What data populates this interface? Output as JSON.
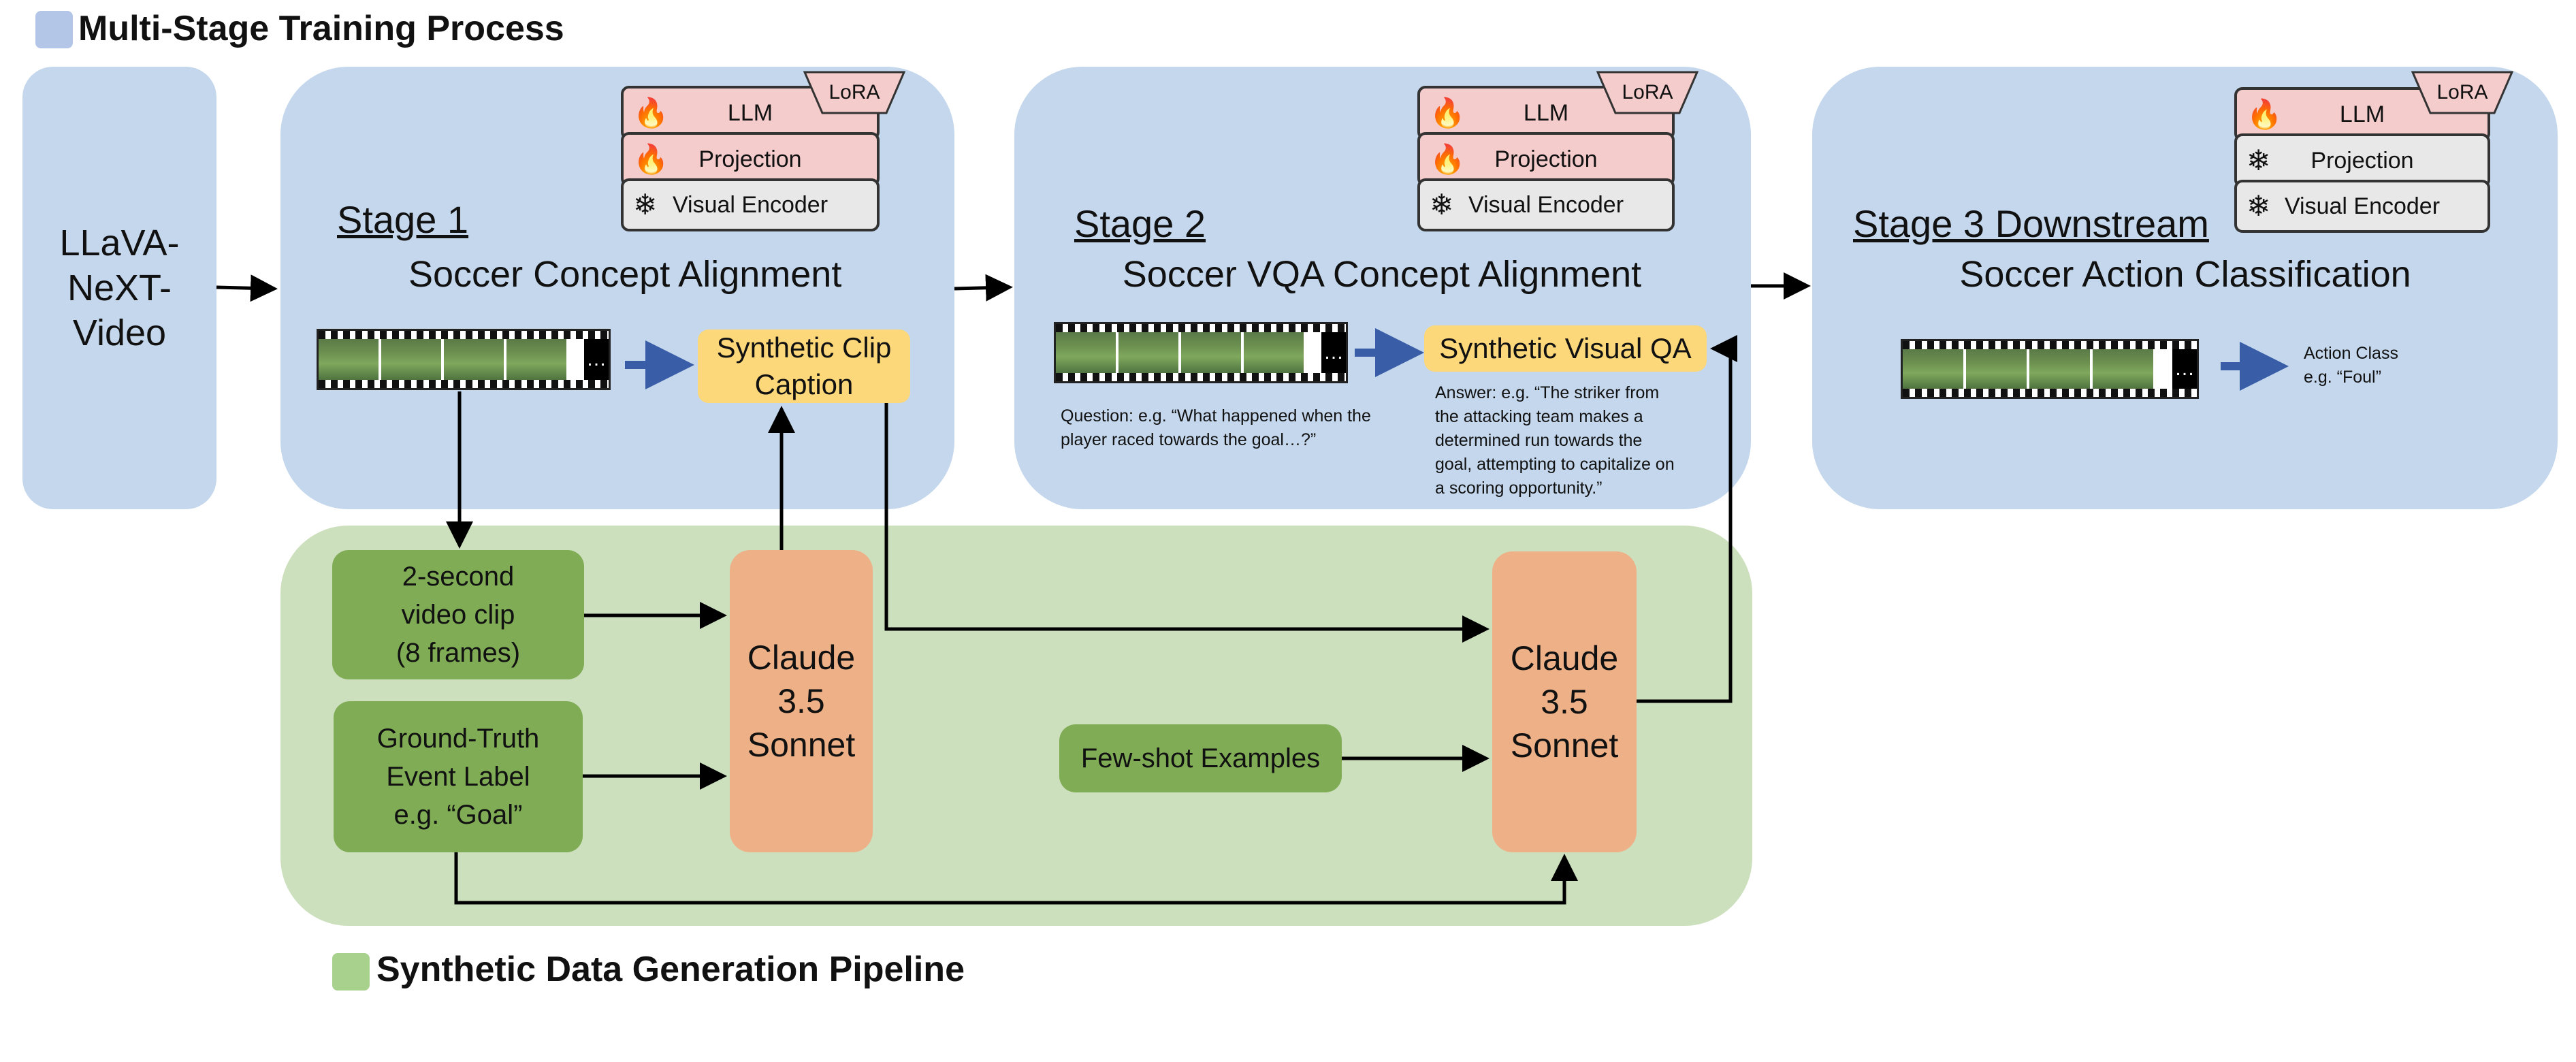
{
  "legend": {
    "top": {
      "label": "Multi-Stage Training Process",
      "color": "#b4c6e7"
    },
    "bottom": {
      "label": "Synthetic Data Generation Pipeline",
      "color": "#a9d18e"
    }
  },
  "base_model": {
    "label": "LLaVA-\nNeXT-\nVideo"
  },
  "stages": [
    {
      "title": "Stage 1",
      "subtitle": "Soccer Concept Alignment",
      "lora": "LoRA",
      "layers": [
        {
          "label": "LLM",
          "state": "trainable",
          "icon": "flame-icon"
        },
        {
          "label": "Projection",
          "state": "trainable",
          "icon": "flame-icon"
        },
        {
          "label": "Visual Encoder",
          "state": "frozen",
          "icon": "snowflake-icon"
        }
      ],
      "output": "Synthetic Clip\nCaption"
    },
    {
      "title": "Stage 2",
      "subtitle": "Soccer VQA Concept Alignment",
      "lora": "LoRA",
      "layers": [
        {
          "label": "LLM",
          "state": "trainable",
          "icon": "flame-icon"
        },
        {
          "label": "Projection",
          "state": "trainable",
          "icon": "flame-icon"
        },
        {
          "label": "Visual Encoder",
          "state": "frozen",
          "icon": "snowflake-icon"
        }
      ],
      "output": "Synthetic Visual QA",
      "question": "Question: e.g. “What happened when the\nplayer raced towards the goal…?”",
      "answer": "Answer: e.g. “The striker from\nthe attacking team makes a\ndetermined run towards the\ngoal, attempting to capitalize on\na scoring opportunity.”"
    },
    {
      "title": "Stage 3 Downstream",
      "subtitle": "Soccer Action Classification",
      "lora": "LoRA",
      "layers": [
        {
          "label": "LLM",
          "state": "trainable",
          "icon": "flame-icon"
        },
        {
          "label": "Projection",
          "state": "frozen",
          "icon": "snowflake-icon"
        },
        {
          "label": "Visual Encoder",
          "state": "frozen",
          "icon": "snowflake-icon"
        }
      ],
      "output": "Action Class\ne.g.  “Foul”"
    }
  ],
  "pipeline": {
    "clip": "2-second\nvideo clip\n(8 frames)",
    "ground_truth": "Ground-Truth\nEvent Label\ne.g. “Goal”",
    "few_shot": "Few-shot Examples",
    "claude_1": "Claude\n3.5\nSonnet",
    "claude_2": "Claude\n3.5\nSonnet"
  },
  "film_end": "…",
  "icons": {
    "flame": "🔥",
    "snowflake": "❄"
  },
  "colors": {
    "panel_blue": "#c4d7ec",
    "panel_green": "#cde0be",
    "trainable_layer": "#f4cccc",
    "frozen_layer": "#e8e8e8",
    "synthetic_output": "#fcd87a",
    "pipeline_input": "#7fac55",
    "claude": "#edb087",
    "film_arrow": "#3a5da8"
  }
}
